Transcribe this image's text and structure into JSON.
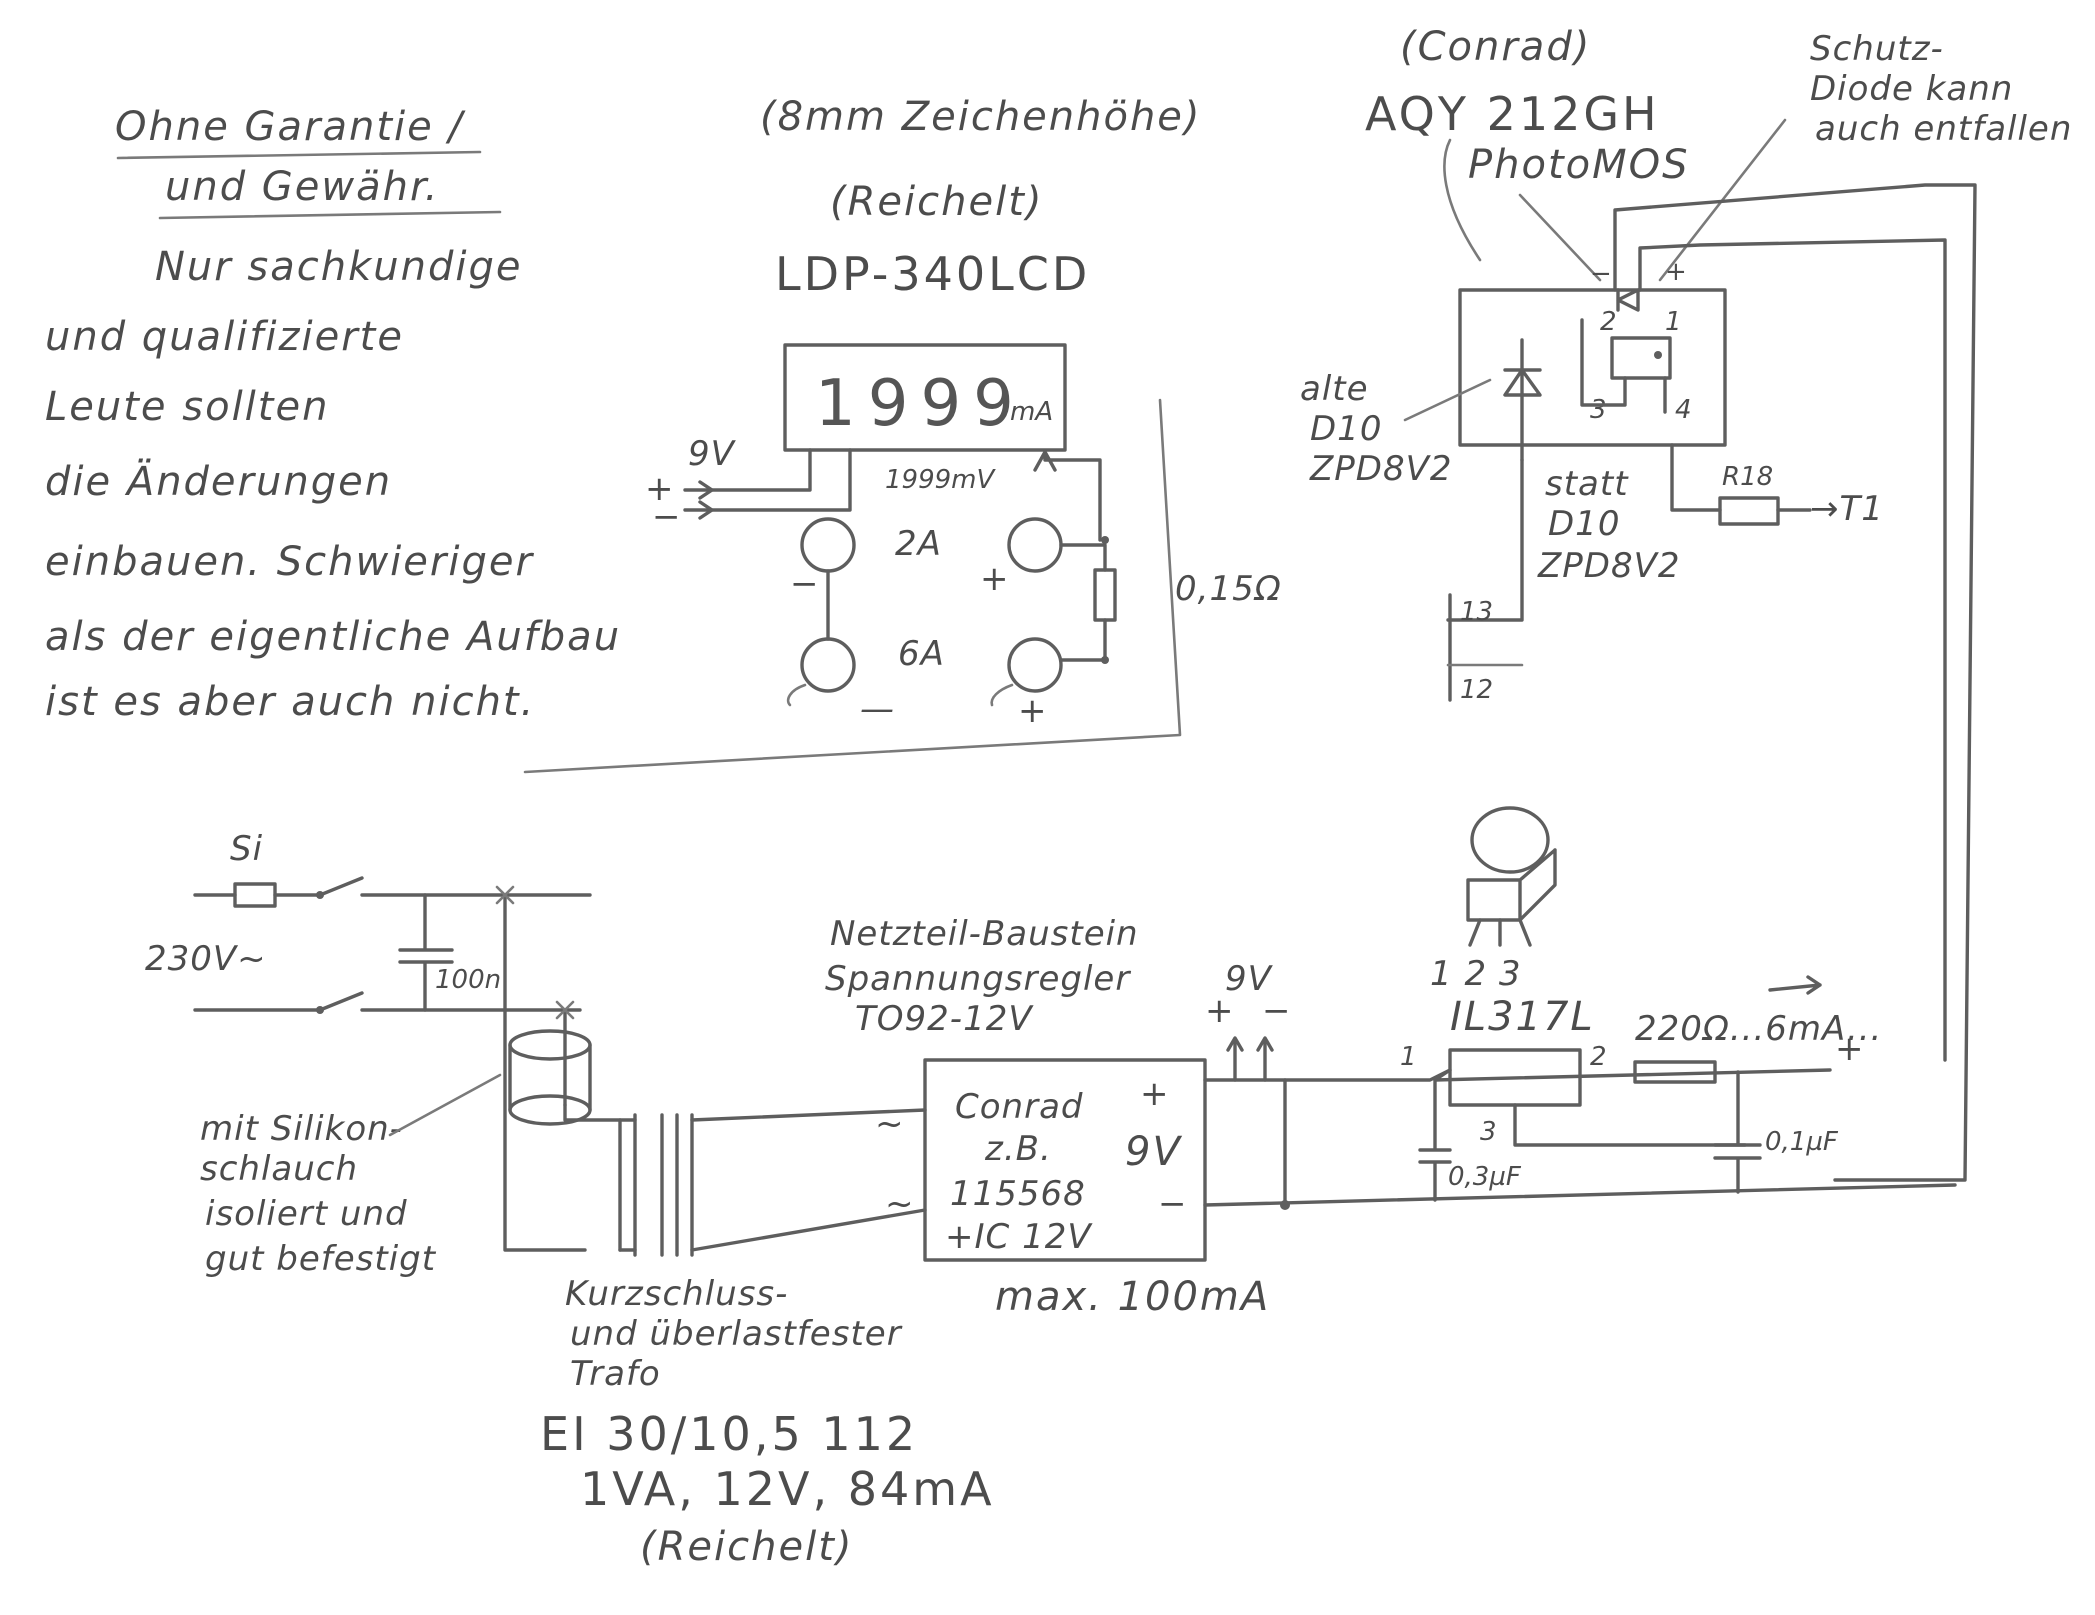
{
  "disclaimer": {
    "line1": "Ohne Garantie /",
    "line2": "und Gewähr.",
    "line3": "Nur sachkundige",
    "line4": "und qualifizierte",
    "line5": "Leute sollten",
    "line6": "die Änderungen",
    "line7": "einbauen. Schwieriger",
    "line8": "als der eigentliche Aufbau",
    "line9": "ist es aber auch nicht."
  },
  "display": {
    "note": "(8mm Zeichenhöhe)",
    "source": "(Reichelt)",
    "model": "LDP-340LCD",
    "readout": "1999",
    "readout_unit": "mA",
    "supply_voltage": "9V",
    "plus": "+",
    "minus": "−",
    "range_label": "1999mV",
    "range_2a": "2A",
    "range_6a": "6A",
    "shunt": "0,15Ω",
    "jack_plus_top": "+",
    "jack_minus_top": "−",
    "jack_minus_bottom": "—",
    "jack_plus_bottom": "+"
  },
  "relay": {
    "supplier": "(Conrad)",
    "part": "AQY 212GH",
    "type": "PhotoMOS",
    "diode_note_1": "Schutz-",
    "diode_note_2": "Diode kann",
    "diode_note_3": "auch entfallen",
    "old_part_1": "alte",
    "old_part_2": "D10",
    "old_part_3": "ZPD8V2",
    "new_part_1": "statt",
    "new_part_2": "D10",
    "new_part_3": "ZPD8V2",
    "pin1": "1",
    "pin2": "2",
    "pin3": "3",
    "pin4": "4",
    "pin_minus": "−",
    "pin_plus": "+",
    "resistor": "R18",
    "output": "→T1",
    "connector_a": "13",
    "connector_b": "12"
  },
  "mains": {
    "fuse": "Si",
    "voltage": "230V~",
    "cap": "100n",
    "insulation_1": "mit Silikon-",
    "insulation_2": "schlauch",
    "insulation_3": "isoliert und",
    "insulation_4": "gut befestigt"
  },
  "transformer": {
    "note_1": "Kurzschluss-",
    "note_2": "und überlastfester",
    "note_3": "Trafo",
    "model": "EI 30/10,5 112",
    "rating": "1VA, 12V, 84mA",
    "source": "(Reichelt)"
  },
  "psu": {
    "note_1": "Netzteil-Baustein",
    "note_2": "Spannungsregler",
    "note_3": "TO92-12V",
    "brand": "Conrad",
    "example": "z.B.",
    "order_no": "115568",
    "ic_note": "+IC 12V",
    "plus": "+",
    "minus": "−",
    "voltage": "9V",
    "ac1": "~",
    "ac2": "~",
    "max_current": "max. 100mA",
    "out_voltage": "9V",
    "out_plus": "+",
    "out_minus": "−"
  },
  "regulator": {
    "pinout": "1 2 3",
    "part": "IL317L",
    "pin1": "1",
    "pin2": "2",
    "pin3": "3",
    "resistor": "220Ω...6mA...",
    "plus": "+",
    "cap_in": "0,3µF",
    "cap_out": "0,1µF"
  }
}
